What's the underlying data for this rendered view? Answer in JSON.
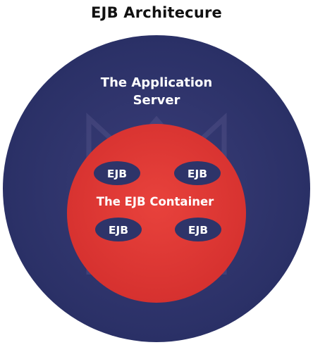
{
  "title": "EJB Architecure",
  "server": {
    "label_line1": "The Application",
    "label_line2": "Server"
  },
  "container": {
    "label": "The EJB Container"
  },
  "ejbs": [
    {
      "label": "EJB"
    },
    {
      "label": "EJB"
    },
    {
      "label": "EJB"
    },
    {
      "label": "EJB"
    }
  ],
  "colors": {
    "server": "#2e3469",
    "container": "#de3a36",
    "ejb": "#2e3469",
    "text_dark": "#111111",
    "text_light": "#ffffff"
  }
}
